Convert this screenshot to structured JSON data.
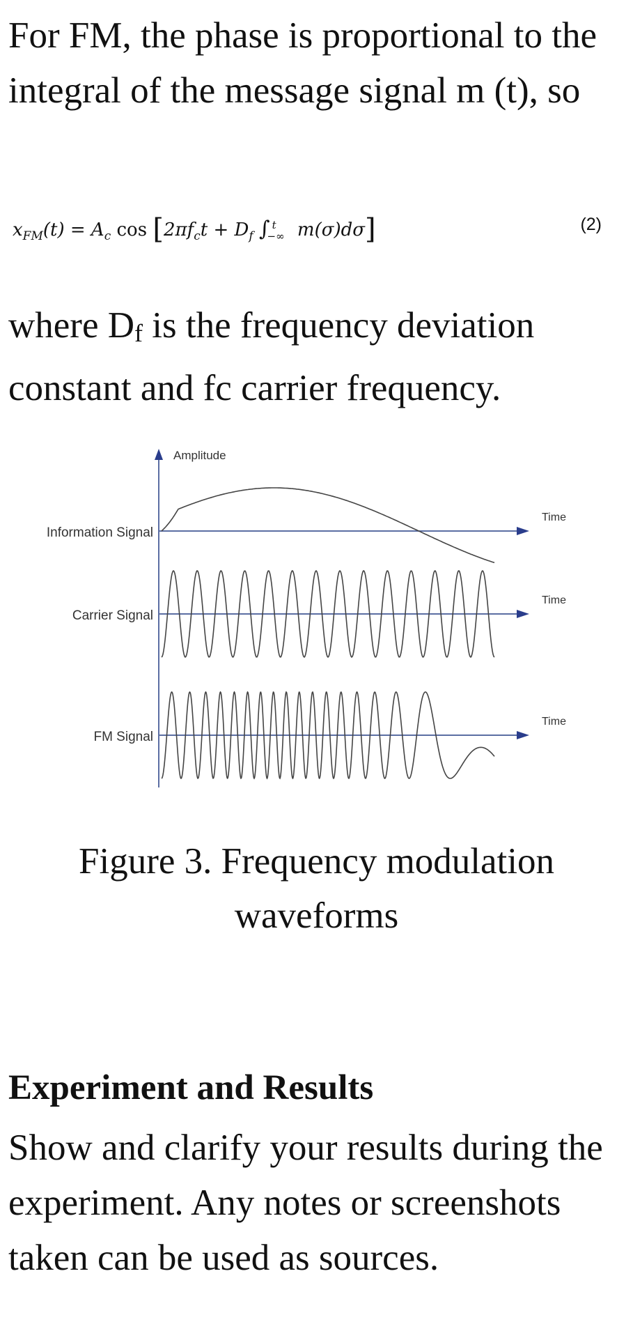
{
  "paragraph_1": "For FM, the phase is proportional to the integral of the message signal m (t), so",
  "equation": {
    "label": "(2)"
  },
  "paragraph_2": {
    "before": "where D",
    "subscript": "f",
    "after": " is the frequency deviation constant and fc carrier frequency."
  },
  "figure": {
    "y_axis_label": "Amplitude",
    "rows": [
      {
        "label": "Information Signal",
        "axis_label": "Time"
      },
      {
        "label": "Carrier Signal",
        "axis_label": "Time"
      },
      {
        "label": "FM Signal",
        "axis_label": "Time"
      }
    ],
    "caption": "Figure 3. Frequency modulation waveforms"
  },
  "section": {
    "heading": "Experiment and Results",
    "body": "Show and clarify your results during the experiment. Any notes or screenshots taken can be used as sources."
  }
}
